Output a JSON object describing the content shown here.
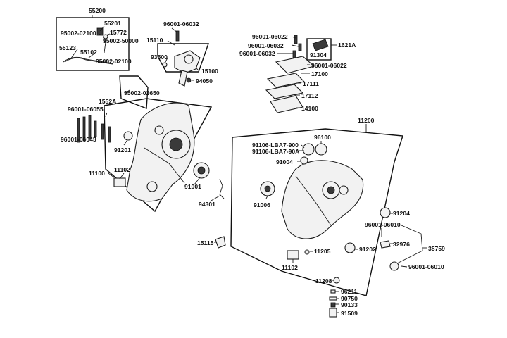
{
  "diagram": {
    "labels": {
      "l55200": "55200",
      "l55201": "55201",
      "l95002_02100a": "95002-02100",
      "l15772": "15772",
      "l95002_50000": "95002-50000",
      "l55123": "55123",
      "l55102": "55102",
      "l95002_02100b": "95002-02100",
      "l96001_06032a": "96001-06032",
      "l15110": "15110",
      "l93500": "93500",
      "l15100": "15100",
      "l94050": "94050",
      "l96001_06022a": "96001-06022",
      "l96001_06032b": "96001-06032",
      "l96001_06032c": "96001-06032",
      "l91304": "91304",
      "l1621A": "1621A",
      "l96001_06022b": "96001-06022",
      "l17100": "17100",
      "l17111": "17111",
      "l17112": "17112",
      "l14100": "14100",
      "l95002_02650": "95002-02650",
      "l1552A": "1552A",
      "l96001_06055": "96001-06055",
      "l96001_06045": "96001-06045",
      "l91201": "91201",
      "l11100": "11100",
      "l11102a": "11102",
      "l91001": "91001",
      "l94301": "94301",
      "l11200": "11200",
      "l96100": "96100",
      "l91106_900": "91106-LBA7-900",
      "l91106_90A": "91106-LBA7-90A",
      "l91004": "91004",
      "l91006": "91006",
      "l91204": "91204",
      "l96001_06010a": "96001-06010",
      "l32976": "32976",
      "l35759": "35759",
      "l96001_06010b": "96001-06010",
      "l15115": "15115",
      "l11205": "11205",
      "l91202": "91202",
      "l11102b": "11102",
      "l11208": "11208",
      "l96211": "96211",
      "l90750": "90750",
      "l90133": "90133",
      "l91509": "91509"
    }
  }
}
